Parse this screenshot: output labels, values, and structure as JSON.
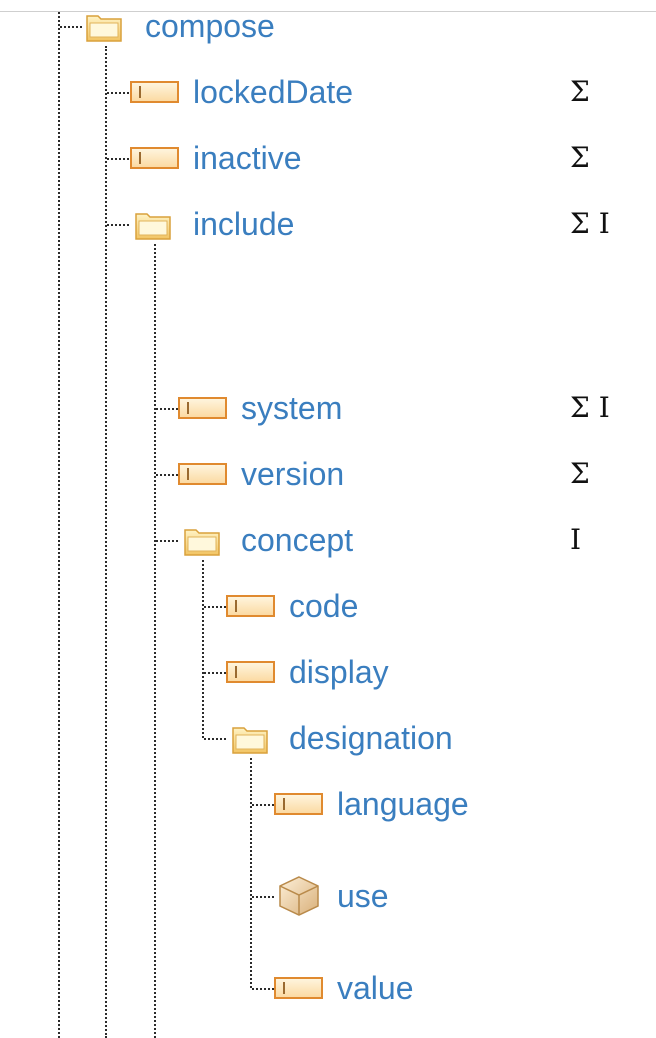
{
  "tree": {
    "nodes": [
      {
        "id": "compose",
        "label": "compose",
        "flags": "",
        "icon": "folder-icon"
      },
      {
        "id": "lockedDate",
        "label": "lockedDate",
        "flags": "Σ",
        "icon": "element-icon"
      },
      {
        "id": "inactive",
        "label": "inactive",
        "flags": "Σ",
        "icon": "element-icon"
      },
      {
        "id": "include",
        "label": "include",
        "flags": "Σ I",
        "icon": "folder-icon"
      },
      {
        "id": "system",
        "label": "system",
        "flags": "Σ I",
        "icon": "element-icon"
      },
      {
        "id": "version",
        "label": "version",
        "flags": "Σ",
        "icon": "element-icon"
      },
      {
        "id": "concept",
        "label": "concept",
        "flags": "I",
        "icon": "folder-icon"
      },
      {
        "id": "code",
        "label": "code",
        "flags": "",
        "icon": "element-icon"
      },
      {
        "id": "display",
        "label": "display",
        "flags": "",
        "icon": "element-icon"
      },
      {
        "id": "designation",
        "label": "designation",
        "flags": "",
        "icon": "folder-icon"
      },
      {
        "id": "language",
        "label": "language",
        "flags": "",
        "icon": "element-icon"
      },
      {
        "id": "use",
        "label": "use",
        "flags": "",
        "icon": "datatype-icon"
      },
      {
        "id": "value",
        "label": "value",
        "flags": "",
        "icon": "element-icon"
      }
    ]
  }
}
